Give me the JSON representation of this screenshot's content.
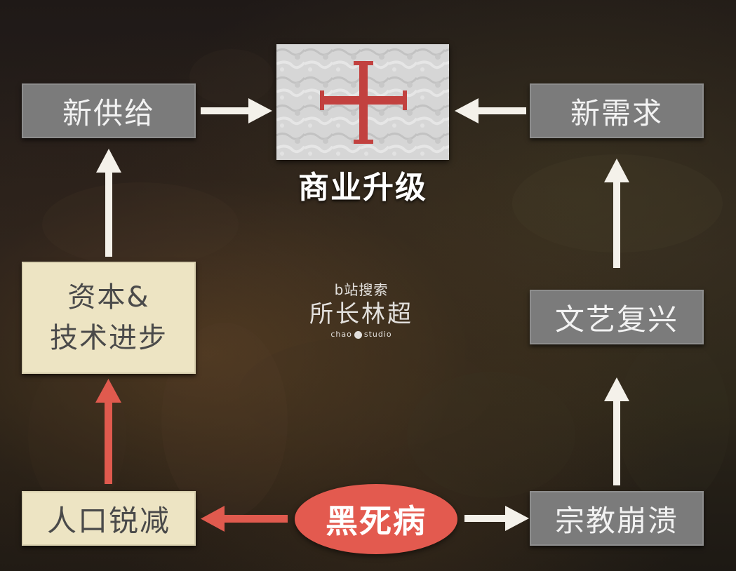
{
  "center": {
    "title": "商业升级"
  },
  "nodes": {
    "new_supply": "新供给",
    "new_demand": "新需求",
    "capital_tech": "资本&\n技术进步",
    "renaissance": "文艺复兴",
    "population_drop": "人口锐减",
    "religion_collapse": "宗教崩溃",
    "black_death": "黑死病"
  },
  "watermark": {
    "search": "b站搜索",
    "name": "所长林超",
    "studio_left": "chao",
    "studio_right": "studio"
  },
  "colors": {
    "grey_box": "#7b7b7b",
    "cream_box": "#ede4c3",
    "plague_red": "#e35a4f",
    "red_arrow": "#e05a4e",
    "white_arrow": "#f4f1ea",
    "cross_red": "#c2413f"
  },
  "icons": {
    "emblem": "red-cross-icon"
  }
}
